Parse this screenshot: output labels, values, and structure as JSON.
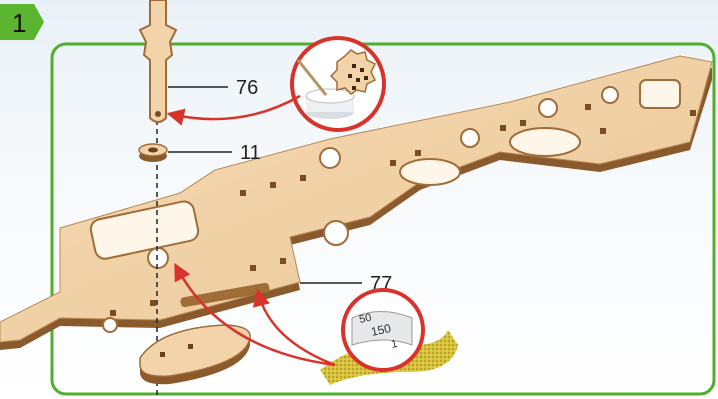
{
  "step": {
    "number": "1"
  },
  "parts": [
    {
      "id": "part-76",
      "label": "76"
    },
    {
      "id": "part-11",
      "label": "11"
    },
    {
      "id": "part-77",
      "label": "77"
    }
  ],
  "sandpaper": {
    "grit_label_top": "50",
    "grit_label_mid": "150",
    "grit_label_bot": "1"
  },
  "colors": {
    "step_badge": "#5cb531",
    "frame": "#4fae2e",
    "plywood": "#f2d3aa",
    "plywood_edge": "#8a5a2c",
    "callout_ring": "#d9322a",
    "arrow": "#d9322a",
    "sandpaper": "#d9c23a"
  },
  "icons": [
    "glue-pot-icon",
    "sandpaper-icon"
  ]
}
